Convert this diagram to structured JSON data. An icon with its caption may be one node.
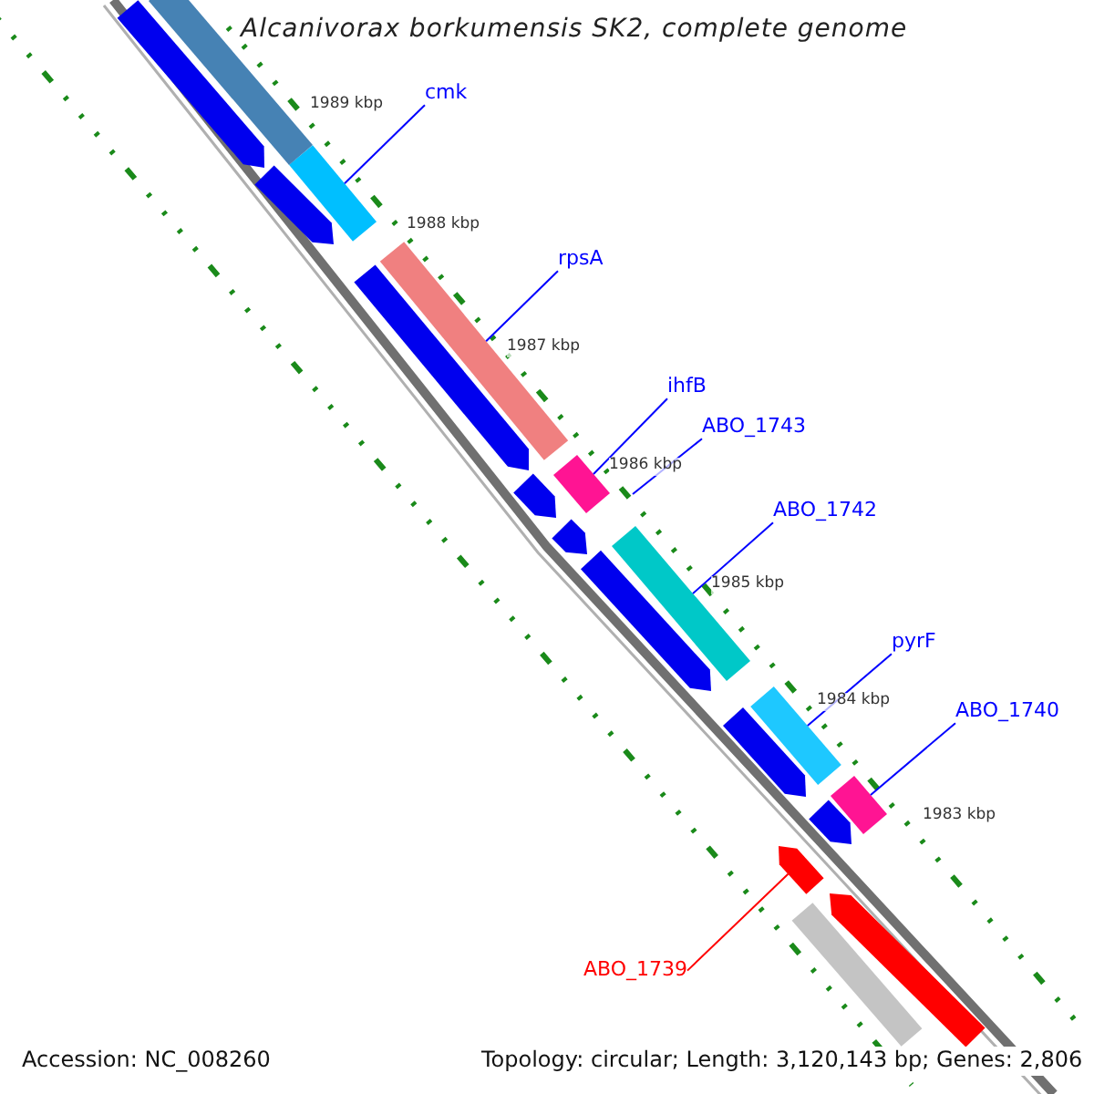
{
  "diagram": {
    "title": "Alcanivorax borkumensis SK2, complete genome",
    "nodes": [
      {
        "text": [
          "cmk"
        ]
      },
      {
        "text": [
          "rpsA"
        ]
      },
      {
        "text": [
          "ihfB"
        ]
      },
      {
        "text": [
          "ABO_1743"
        ]
      },
      {
        "text": [
          "ABO_1742"
        ]
      },
      {
        "text": [
          "pyrF"
        ]
      },
      {
        "text": [
          "ABO_1740"
        ]
      },
      {
        "text": [
          "ABO_1739"
        ]
      },
      {
        "text": [],
        "shape": "bar"
      },
      {
        "text": [],
        "shape": "bar"
      },
      {
        "text": [],
        "shape": "bar"
      },
      {
        "text": [],
        "shape": "bar"
      },
      {
        "text": [],
        "shape": "bar"
      },
      {
        "text": [],
        "shape": "bar"
      },
      {
        "text": [],
        "shape": "bar"
      },
      {
        "text": [],
        "shape": "bar"
      },
      {
        "text": [],
        "shape": "bar"
      },
      {
        "text": [],
        "shape": "bar"
      },
      {
        "text": [],
        "shape": "bar"
      },
      {
        "text": [],
        "shape": "bar"
      },
      {
        "text": [],
        "shape": "bar"
      },
      {
        "text": [],
        "shape": "bar"
      },
      {
        "text": [],
        "shape": "bar"
      },
      {
        "text": [],
        "shape": "bar"
      },
      {
        "text": [],
        "shape": "bar"
      },
      {
        "text": [],
        "shape": "bar"
      }
    ],
    "edges": [
      {
        "from": 0,
        "to": 8,
        "arrow": "none"
      },
      {
        "from": 1,
        "to": 9,
        "arrow": "none"
      },
      {
        "from": 2,
        "to": 10,
        "arrow": "none"
      },
      {
        "from": 3,
        "to": null,
        "arrow": "none"
      },
      {
        "from": 4,
        "to": 11,
        "arrow": "none"
      },
      {
        "from": 5,
        "to": 12,
        "arrow": "none"
      },
      {
        "from": 6,
        "to": 13,
        "arrow": "none"
      },
      {
        "from": 7,
        "to": 14,
        "arrow": "none",
        "color": "#ff0000"
      }
    ],
    "labels": [
      "1989 kbp",
      "1988 kbp",
      "1987 kbp",
      "1986 kbp",
      "1985 kbp",
      "1984 kbp",
      "1983 kbp",
      "Accession: NC_008260",
      "Topology: circular; Length: 3,120,143 bp; Genes: 2,806"
    ]
  }
}
